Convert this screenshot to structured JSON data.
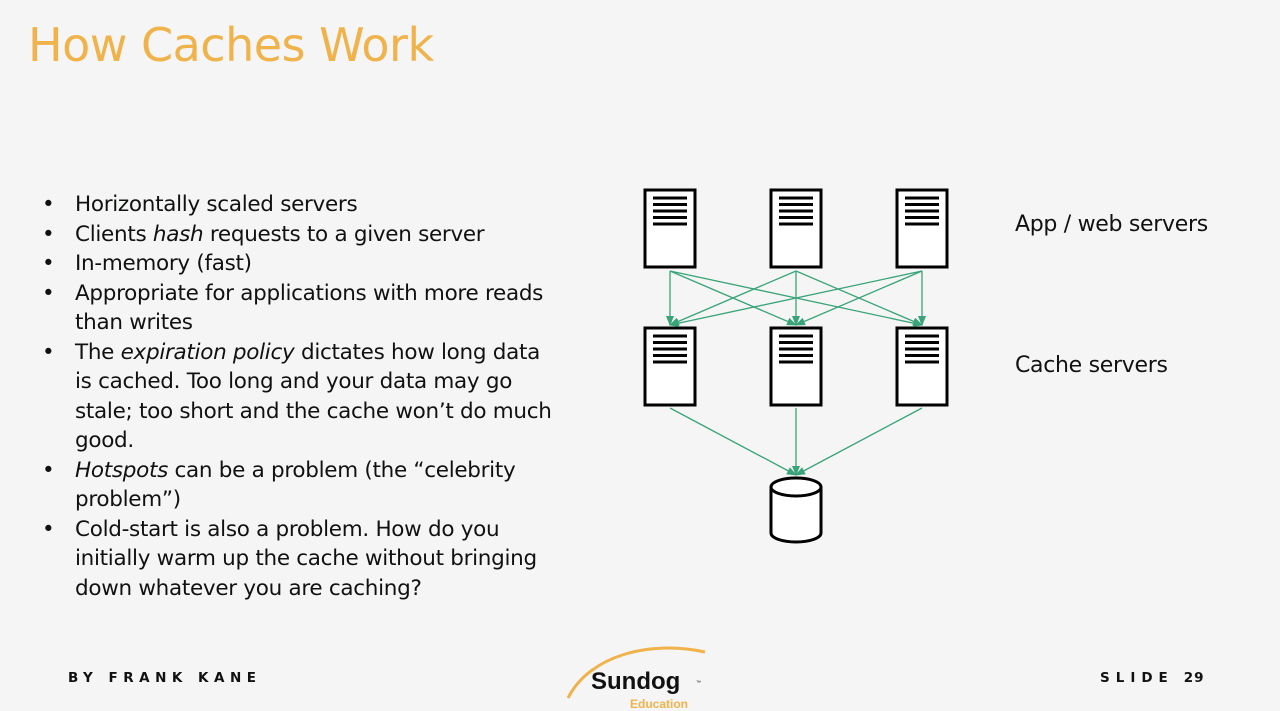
{
  "slide": {
    "title": "How Caches Work",
    "bullets": [
      {
        "parts": [
          {
            "text": "Horizontally scaled servers",
            "italic": false
          }
        ]
      },
      {
        "parts": [
          {
            "text": "Clients ",
            "italic": false
          },
          {
            "text": "hash",
            "italic": true
          },
          {
            "text": " requests to a given server",
            "italic": false
          }
        ]
      },
      {
        "parts": [
          {
            "text": "In-memory (fast)",
            "italic": false
          }
        ]
      },
      {
        "parts": [
          {
            "text": "Appropriate for applications with more reads than writes",
            "italic": false
          }
        ]
      },
      {
        "parts": [
          {
            "text": "The ",
            "italic": false
          },
          {
            "text": "expiration policy",
            "italic": true
          },
          {
            "text": " dictates how long data is cached. Too long and your data may go stale; too short and the cache won’t do much good.",
            "italic": false
          }
        ]
      },
      {
        "parts": [
          {
            "text": "Hotspots",
            "italic": true
          },
          {
            "text": " can be a problem (the “celebrity problem”)",
            "italic": false
          }
        ]
      },
      {
        "parts": [
          {
            "text": "Cold-start is also a problem. How do you initially warm up the cache without bringing down whatever you are caching?",
            "italic": false
          }
        ]
      }
    ]
  },
  "diagram": {
    "app_label": "App / web servers",
    "cache_label": "Cache servers",
    "server_icon": "server-icon",
    "database_icon": "database-icon",
    "arrow_color": "#3aa37a",
    "app_server_count": 3,
    "cache_server_count": 3
  },
  "footer": {
    "author": "BY FRANK KANE",
    "slide_word": "SLIDE",
    "slide_number": "29",
    "logo": "Sundog",
    "logo_tm": "™",
    "logo_sub": "Education"
  },
  "colors": {
    "title": "#f0b24a",
    "background": "#f4f5f4",
    "arrows": "#3aa37a"
  }
}
